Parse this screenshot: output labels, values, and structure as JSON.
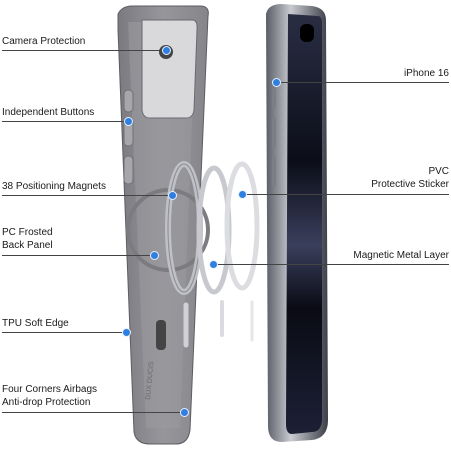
{
  "labels": {
    "camera_protection": "Camera Protection",
    "independent_buttons": "Independent Buttons",
    "positioning_magnets": "38 Positioning Magnets",
    "pc_frosted_1": "PC Frosted",
    "pc_frosted_2": "Back Panel",
    "tpu_soft_edge": "TPU Soft Edge",
    "four_corners_1": "Four Corners Airbags",
    "four_corners_2": "Anti-drop Protection",
    "iphone": "iPhone 16",
    "pvc_1": "PVC",
    "pvc_2": "Protective Sticker",
    "magnetic_metal": "Magnetic Metal Layer"
  },
  "colors": {
    "case_gray": "#8d8d92",
    "case_edge": "#6f6f74",
    "callout_dot": "#2f7fe0",
    "phone_frame": "#2a2c33",
    "screen_dark": "#0d1020"
  },
  "brand_watermark": "DUX DUCIS"
}
